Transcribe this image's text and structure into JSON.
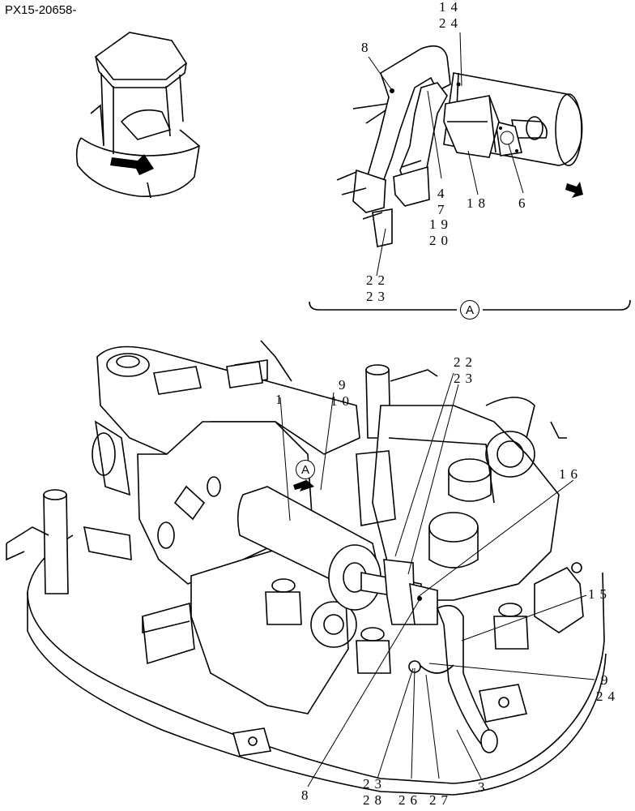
{
  "drawing_code": "PX15-20658-",
  "detail_callout": "A",
  "main_callout": "A",
  "detail_refs": {
    "r14": "14",
    "r24a": "24",
    "r8": "8",
    "r4": "4",
    "r7": "7",
    "r18": "18",
    "r6": "6",
    "r19": "19",
    "r20": "20",
    "r22": "22",
    "r23": "23"
  },
  "main_refs": {
    "r22": "22",
    "r23": "23",
    "r9": "9",
    "r10": "10",
    "r1": "1",
    "r16": "16",
    "r15": "15",
    "r9b": "9",
    "r24": "24",
    "r8": "8",
    "r23b": "23",
    "r28": "28",
    "r26": "26",
    "r27": "27",
    "r3": "3"
  }
}
